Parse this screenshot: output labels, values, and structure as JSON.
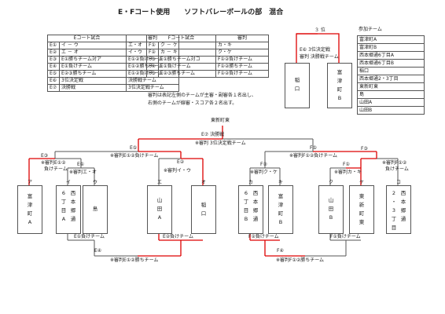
{
  "title": "E・Fコート使用　　ソフトバレーボールの部　混合",
  "schedule": {
    "head": [
      "Eコート試合",
      "審判",
      "Fコート試合",
      "審判"
    ],
    "rows": [
      [
        "E①",
        "イ － ウ",
        "エ・オ",
        "F①",
        "ク － ケ",
        "カ・キ"
      ],
      [
        "E②",
        "エ － オ",
        "イ・ウ",
        "F②",
        "カ － キ",
        "ク・ケ"
      ],
      [
        "E③",
        "E①勝ちチーム対ア",
        "E①②負けチーム",
        "F③",
        "F①勝ちチーム対コ",
        "F①②負けチーム"
      ],
      [
        "E④",
        "E①負けチーム",
        "E①②勝ちチーム",
        "F④",
        "F①負けチーム",
        "F①②勝ちチーム"
      ],
      [
        "E⑤",
        "E②③勝ちチーム",
        "E①②負けチーム",
        "F⑤",
        "F②③勝ちチーム",
        "F①②負けチーム"
      ],
      [
        "E⑥",
        "3位決定戦",
        "決勝戦チーム"
      ],
      [
        "E⑦",
        "決勝戦",
        "3位決定戦チーム"
      ]
    ],
    "note1": "審判は表記左側のチームが主審・副審各１名出し、",
    "note2": "右側のチームが線審・スコア各２名出す。"
  },
  "third_place": {
    "label": "３ 位",
    "match": "E⑥ 3位決定戦",
    "ref": "審判 決勝戦チーム",
    "left_team": [
      "稲",
      "口"
    ],
    "right_team": [
      "富",
      "津",
      "町",
      "B"
    ]
  },
  "participants": {
    "header": "参加チーム",
    "list": [
      "富津町A",
      "富津町B",
      "西本郷通6丁目A",
      "西本郷通6丁目B",
      "稲口",
      "西本郷通2・3丁目",
      "東新町東",
      "島",
      "山田A",
      "山田B"
    ]
  },
  "bracket": {
    "champion": "東新町東",
    "final": "E⑦ 決勝戦",
    "final_ref": "※審判 3位決定戦チーム",
    "e5": "E⑤",
    "e5_ref": "※審判E①②負けチーム",
    "f5": "F⑤",
    "f5_ref": "※審判F①②負けチーム",
    "e3": "E③",
    "e3_ref_1": "※審判E①②",
    "e3_ref_2": "負けチーム",
    "e1": "E①",
    "e1_ref": "※審判エ・オ",
    "e2": "E②",
    "e2_ref": "※審判イ・ウ",
    "f2": "F②",
    "f2_ref": "※審判ク・ケ",
    "f1": "F①",
    "f1_ref": "※審判カ・キ",
    "f3": "F③",
    "f3_ref_1": "※審判F①②",
    "f3_ref_2": "負けチーム",
    "e1_loser": "E①負けチーム",
    "e2_loser": "E②負けチーム",
    "f2_loser": "F②負けチーム",
    "f1_loser": "F①負けチーム",
    "e4": "E④",
    "e4_ref": "※審判E①②勝ちチーム",
    "f4": "F④",
    "f4_ref": "※審判F①②勝ちチーム",
    "teams": [
      {
        "letter": "ア",
        "name": [
          "富",
          "津",
          "町",
          "A"
        ]
      },
      {
        "letter": "イ",
        "name": [
          "6",
          "丁",
          "目",
          "A"
        ],
        "name2": [
          "西",
          "本",
          "郷",
          "通"
        ]
      },
      {
        "letter": "ウ",
        "name": [
          "島"
        ]
      },
      {
        "letter": "エ",
        "name": [
          "山",
          "田",
          "A"
        ]
      },
      {
        "letter": "オ",
        "name": [
          "稲",
          "口"
        ]
      },
      {
        "letter": "カ",
        "name": [
          "6",
          "丁",
          "目",
          "B"
        ],
        "name2": [
          "西",
          "本",
          "郷",
          "通"
        ]
      },
      {
        "letter": "キ",
        "name": [
          "富",
          "津",
          "町",
          "B"
        ]
      },
      {
        "letter": "ク",
        "name": [
          "山",
          "田",
          "B"
        ]
      },
      {
        "letter": "ケ",
        "name": [
          "東",
          "新",
          "町",
          "東"
        ]
      },
      {
        "letter": "コ",
        "name": [
          "2",
          "・",
          "3",
          "丁",
          "目"
        ],
        "name2": [
          "西",
          "本",
          "郷",
          "通"
        ]
      }
    ]
  }
}
